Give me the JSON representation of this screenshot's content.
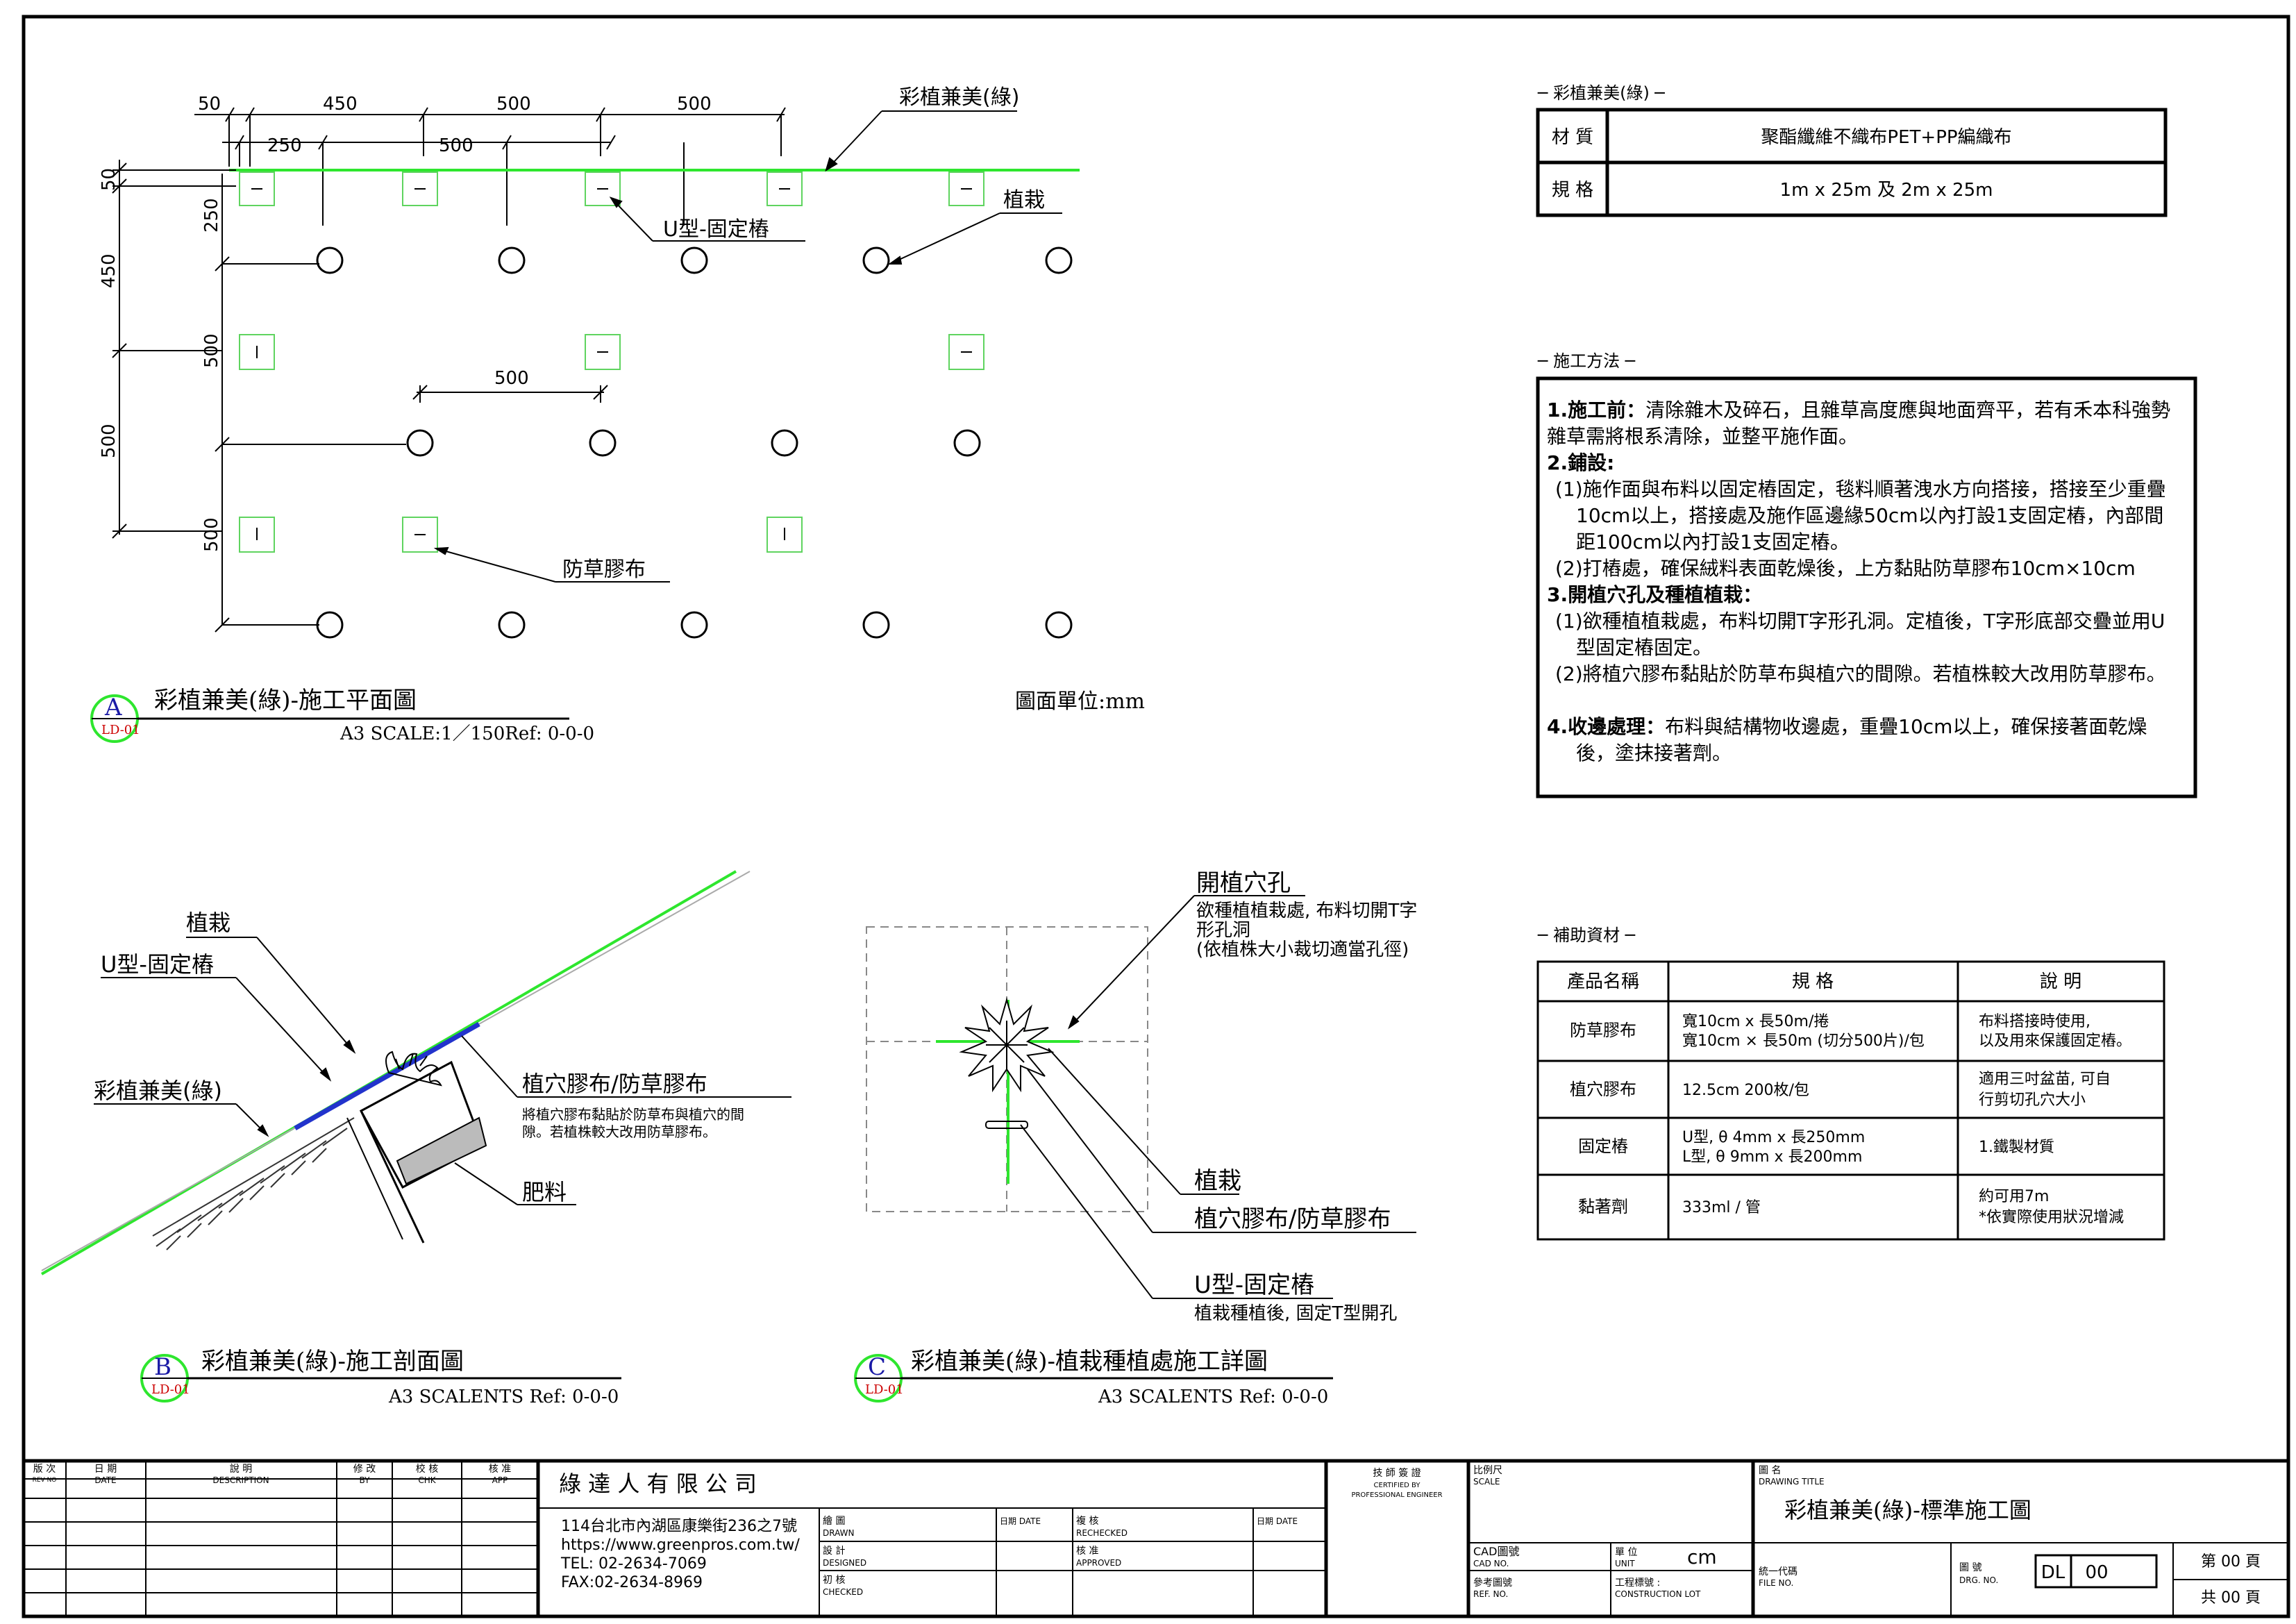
{
  "plan": {
    "dims_top": [
      "50",
      "450",
      "500",
      "500"
    ],
    "dims_second": [
      "250",
      "500"
    ],
    "dims_left_outer": [
      "50",
      "450",
      "500"
    ],
    "dims_left_inner": [
      "250",
      "500",
      "500"
    ],
    "dim_mid": "500",
    "label_product": "彩植兼美(綠)",
    "label_ustake": "U型-固定樁",
    "label_plant": "植栽",
    "label_tape": "防草膠布",
    "unit_note": "圖面單位:mm",
    "title": {
      "letter": "A",
      "sheet": "LD-01",
      "text": "彩植兼美(綠)-施工平面圖",
      "scale": "A3 SCALE:1／150Ref: 0-0-0"
    }
  },
  "section": {
    "label_plant": "植栽",
    "label_ustake": "U型-固定樁",
    "label_product": "彩植兼美(綠)",
    "label_tape": "植穴膠布/防草膠布",
    "tape_note_1": "將植穴膠布黏貼於防草布與植穴的間",
    "tape_note_2": "隙。若植株較大改用防草膠布。",
    "label_fertilizer": "肥料",
    "title": {
      "letter": "B",
      "sheet": "LD-01",
      "text": "彩植兼美(綠)-施工剖面圖",
      "scale": "A3 SCALENTS   Ref: 0-0-0"
    }
  },
  "detail": {
    "label_hole": "開植穴孔",
    "hole_note_1": "欲種植植栽處, 布料切開T字",
    "hole_note_2": "形孔洞",
    "hole_note_3": "(依植株大小裁切適當孔徑)",
    "label_plant": "植栽",
    "label_tape": "植穴膠布/防草膠布",
    "label_ustake": "U型-固定樁",
    "ustake_note": "植栽種植後, 固定T型開孔",
    "title": {
      "letter": "C",
      "sheet": "LD-01",
      "text": "彩植兼美(綠)-植栽種植處施工詳圖",
      "scale": "A3 SCALENTS   Ref: 0-0-0"
    }
  },
  "spec": {
    "heading": "─ 彩植兼美(綠) ─",
    "rows": [
      {
        "key": "材  質",
        "value": "聚酯纖維不織布PET+PP編織布"
      },
      {
        "key": "規  格",
        "value": "1m  x  25m  及  2m  x  25m"
      }
    ]
  },
  "method": {
    "heading": "─ 施工方法 ─",
    "lines": [
      {
        "bold": "1.施工前：",
        "text": "清除雜木及碎石，且雜草高度應與地面齊平，若有禾本科強勢"
      },
      {
        "bold": "",
        "text": "雜草需將根系清除，並整平施作面。"
      },
      {
        "bold": "2.鋪設:",
        "text": ""
      },
      {
        "bold": "",
        "text": "(1)施作面與布料以固定樁固定，毯料順著洩水方向搭接，搭接至少重疊"
      },
      {
        "bold": "",
        "text": "10cm以上，搭接處及施作區邊緣50cm以內打設1支固定樁，內部間"
      },
      {
        "bold": "",
        "text": "距100cm以內打設1支固定樁。"
      },
      {
        "bold": "",
        "text": "(2)打樁處，確保絨料表面乾燥後，上方黏貼防草膠布10cm×10cm"
      },
      {
        "bold": "3.開植穴孔及種植植栽：",
        "text": ""
      },
      {
        "bold": "",
        "text": "(1)欲種植植栽處，布料切開T字形孔洞。定植後，T字形底部交疊並用U"
      },
      {
        "bold": "",
        "text": "型固定樁固定。"
      },
      {
        "bold": "",
        "text": "(2)將植穴膠布黏貼於防草布與植穴的間隙。若植株較大改用防草膠布。"
      },
      {
        "bold": "",
        "text": ""
      },
      {
        "bold": "4.收邊處理：",
        "text": "布料與結構物收邊處，重疊10cm以上，確保接著面乾燥"
      },
      {
        "bold": "",
        "text": "後，塗抹接著劑。"
      }
    ]
  },
  "aux": {
    "heading": "─ 補助資材 ─",
    "headers": [
      "產品名稱",
      "規      格",
      "說      明"
    ],
    "rows": [
      {
        "name": "防草膠布",
        "spec": [
          "寬10cm x 長50m/捲",
          "寬10cm × 長50m (切分500片)/包"
        ],
        "note": [
          "布料搭接時使用,",
          "以及用來保護固定樁。"
        ]
      },
      {
        "name": "植穴膠布",
        "spec": [
          "12.5cm 200枚/包"
        ],
        "note": [
          "適用三吋盆苗, 可自",
          "行剪切孔穴大小"
        ]
      },
      {
        "name": "固定樁",
        "spec": [
          "U型, θ 4mm x 長250mm",
          "L型, θ 9mm x 長200mm"
        ],
        "note": [
          "1.鐵製材質"
        ]
      },
      {
        "name": "黏著劑",
        "spec": [
          "333ml / 管"
        ],
        "note": [
          "約可用7m",
          "*依實際使用狀況增減"
        ]
      }
    ]
  },
  "titleblock": {
    "rev_headers": [
      {
        "zh": "版 次",
        "en": "REV NO"
      },
      {
        "zh": "日 期",
        "en": "DATE"
      },
      {
        "zh": "說 明",
        "en": "DESCRIPTION"
      },
      {
        "zh": "修 改",
        "en": "BY"
      },
      {
        "zh": "校 核",
        "en": "CHK"
      },
      {
        "zh": "核 准",
        "en": "APP"
      }
    ],
    "company": "綠 達 人 有 限 公 司",
    "address": "114台北市內湖區康樂街236之7號",
    "website": "https://www.greenpros.com.tw/",
    "tel": "TEL: 02-2634-7069",
    "fax": "FAX:02-2634-8969",
    "drawn_zh": "繪 圖",
    "drawn_en": "DRAWN",
    "date_label": "日期 DATE",
    "rechecked_zh": "複 核",
    "rechecked_en": "RECHECKED",
    "designed_zh": "設 計",
    "designed_en": "DESIGNED",
    "approved_zh": "核 准",
    "approved_en": "APPROVED",
    "checked_zh": "初 核",
    "checked_en": "CHECKED",
    "engineer_zh": "技 師 簽 證",
    "engineer_en1": "CERTIFIED BY",
    "engineer_en2": "PROFESSIONAL ENGINEER",
    "scale_zh": "比例尺",
    "scale_en": "SCALE",
    "cad_zh": "CAD圖號",
    "cad_en": "CAD NO.",
    "unit_zh": "單 位",
    "unit_en": "UNIT",
    "unit_value": "cm",
    "ref_zh": "參考圖號",
    "ref_en": "REF. NO.",
    "lot_zh": "工程標號 :",
    "lot_en": "CONSTRUCTION LOT",
    "title_zh": "圖 名",
    "title_en": "DRAWING TITLE",
    "drawing_title": "彩植兼美(綠)-標準施工圖",
    "file_zh": "統一代碼",
    "file_en": "FILE NO.",
    "drg_zh": "圖 號",
    "drg_en": "DRG. NO.",
    "drg_prefix": "DL",
    "drg_number": "00",
    "page_no": "第 00 頁",
    "page_total": "共 00 頁"
  }
}
